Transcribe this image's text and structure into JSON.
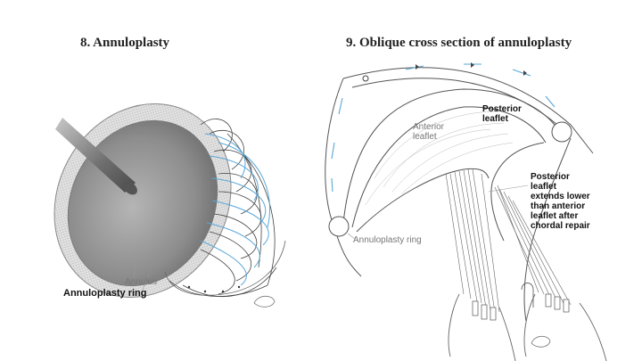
{
  "titles": {
    "left": "8. Annuloplasty",
    "right": "9. Oblique cross section of annuloplasty"
  },
  "left_labels": {
    "annulus": "Annulus",
    "ring": "Annuloplasty ring"
  },
  "right_labels": {
    "anterior_leaflet": [
      "Anterior",
      "leaflet"
    ],
    "posterior_leaflet": [
      "Posterior",
      "leaflet"
    ],
    "ring": "Annuloplasty ring",
    "note": [
      "Posterior",
      "leaflet",
      "extends lower",
      "than anterior",
      "leaflet after",
      "chordal repair"
    ]
  },
  "colors": {
    "suture": "#5aa7d8",
    "line": "#555555",
    "tissue": "#8a8a8a"
  }
}
